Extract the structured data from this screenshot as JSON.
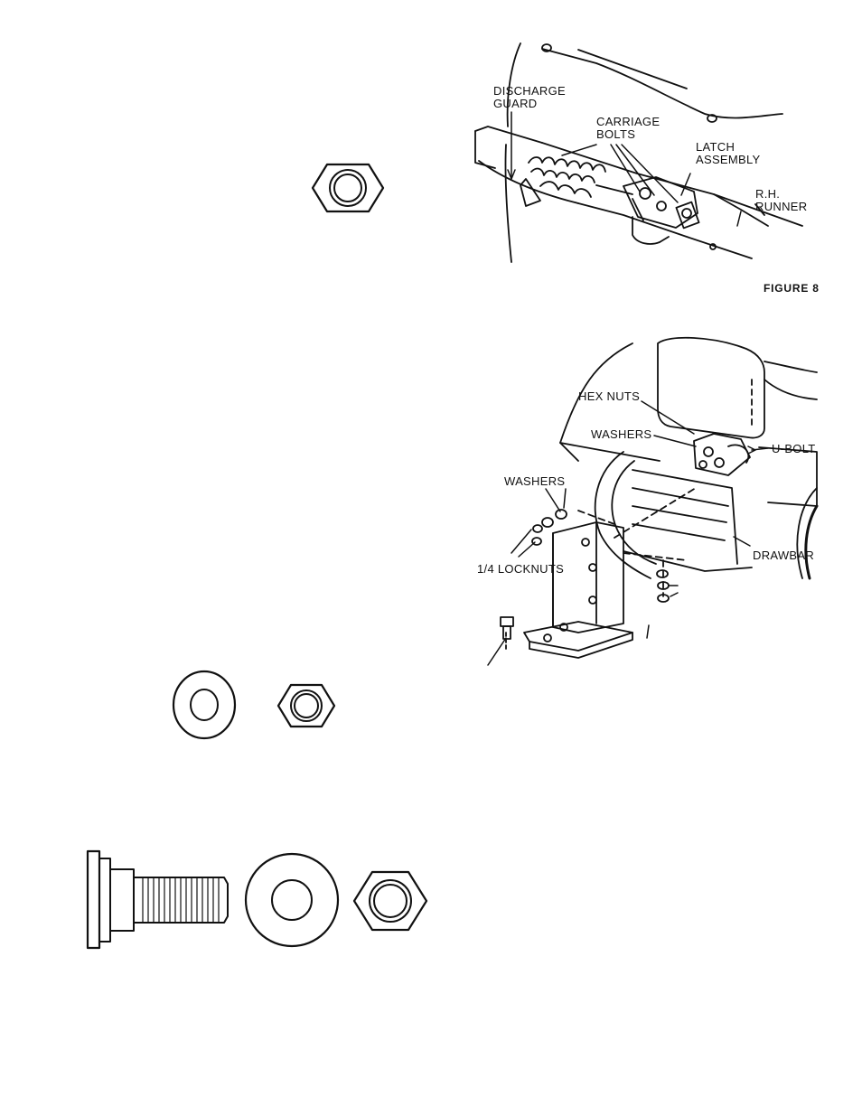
{
  "figure8": {
    "caption": "FIGURE 8",
    "labels": {
      "discharge_guard": "DISCHARGE\nGUARD",
      "carriage_bolts": "CARRIAGE\nBOLTS",
      "latch_assembly": "LATCH\nASSEMBLY",
      "rh_runner": "R.H.\nRUNNER"
    }
  },
  "drawbar_figure": {
    "labels": {
      "hex_nuts": "HEX NUTS",
      "washers_upper": "WASHERS",
      "u_bolt": "U-BOLT",
      "washers_left": "WASHERS",
      "locknuts": "1/4 LOCKNUTS",
      "drawbar": "DRAWBAR"
    }
  }
}
